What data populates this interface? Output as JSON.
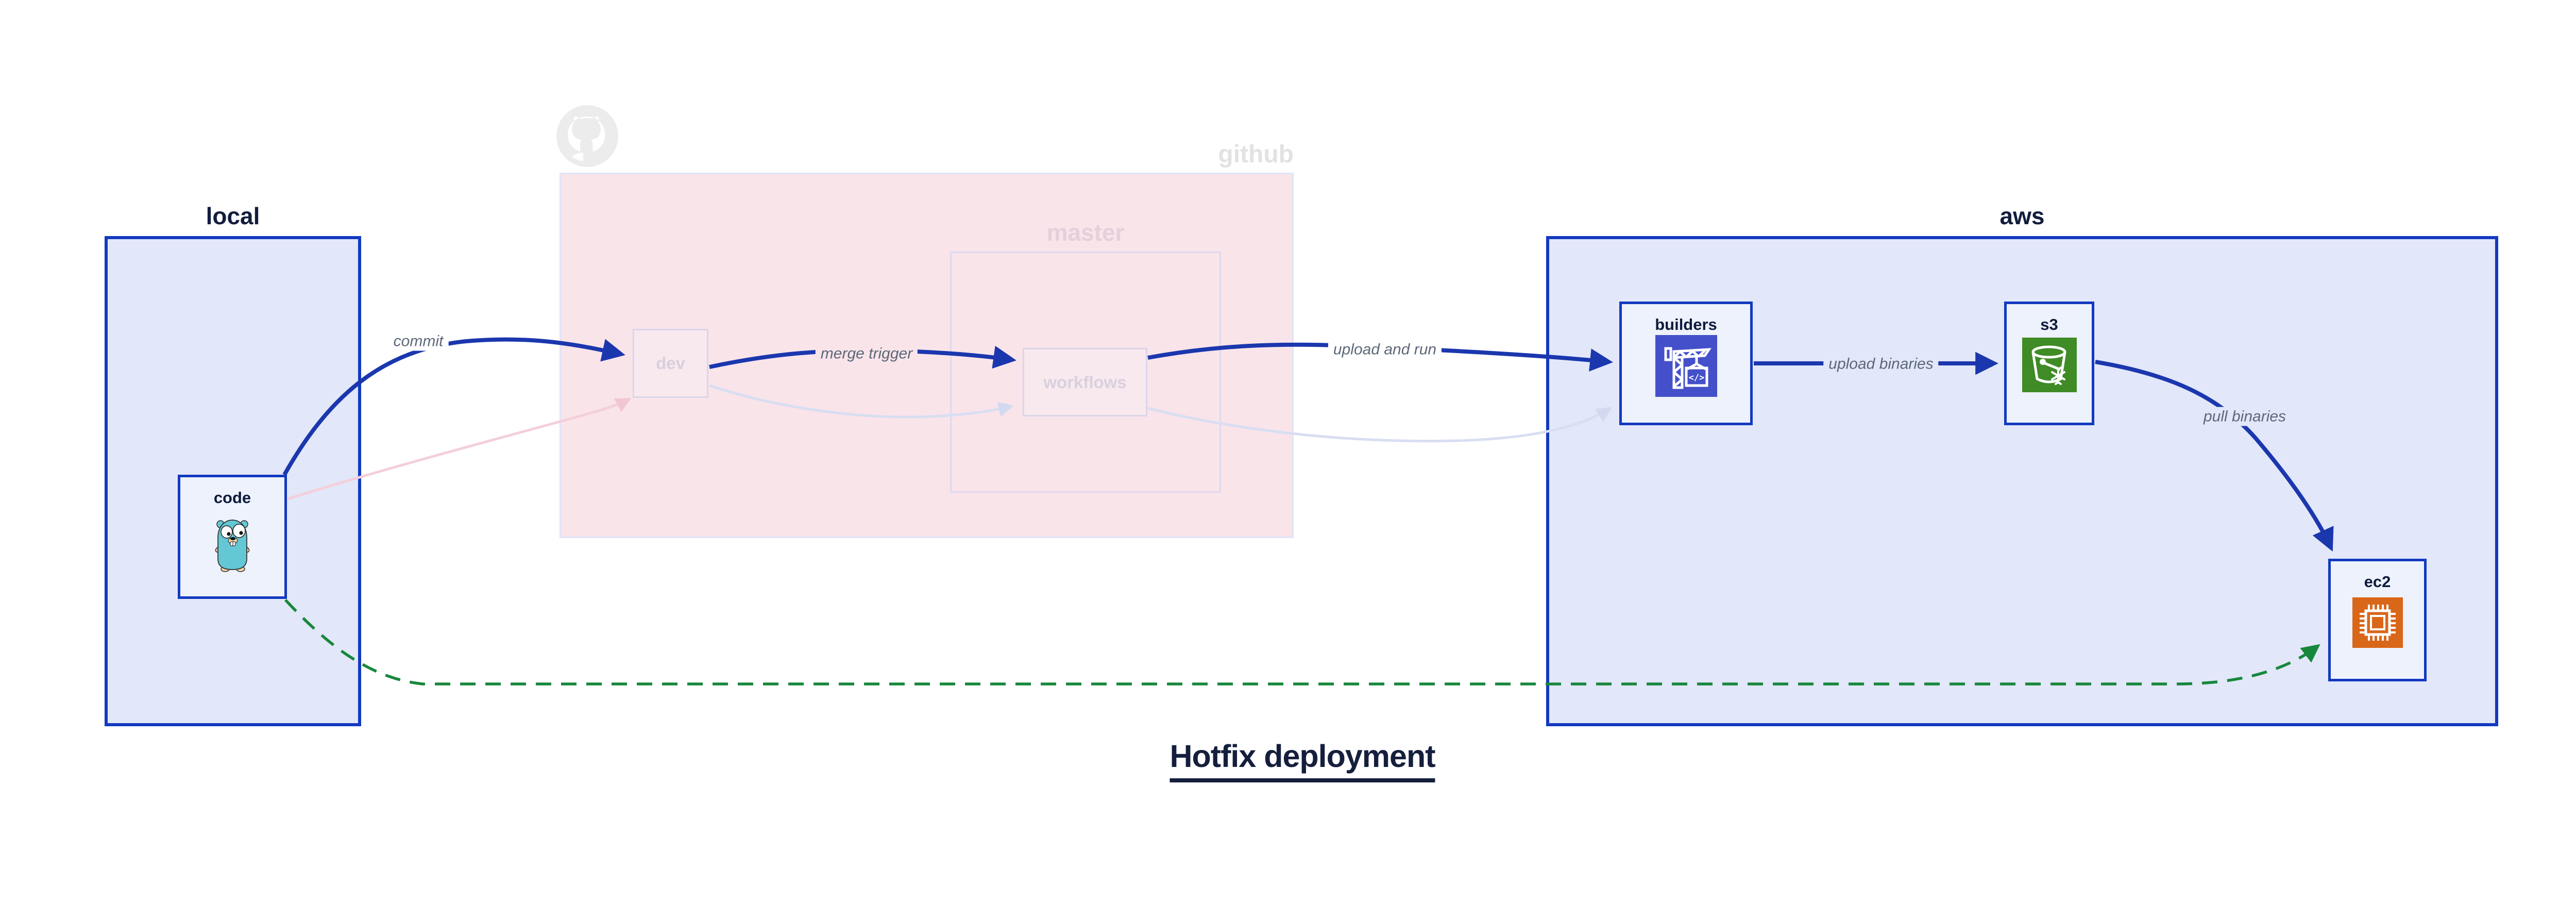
{
  "title": {
    "text": "Hotfix deployment"
  },
  "containers": {
    "local": {
      "label": "local"
    },
    "github": {
      "label": "github"
    },
    "master": {
      "label": "master"
    },
    "aws": {
      "label": "aws"
    }
  },
  "nodes": {
    "code": {
      "label": "code",
      "icon": "gopher-icon"
    },
    "dev": {
      "label": "dev"
    },
    "workflows": {
      "label": "workflows"
    },
    "builders": {
      "label": "builders",
      "icon": "codebuild-crane-icon"
    },
    "s3": {
      "label": "s3",
      "icon": "s3-glacier-bucket-icon"
    },
    "ec2": {
      "label": "ec2",
      "icon": "ec2-chip-icon"
    }
  },
  "edges": [
    {
      "from": "code",
      "to": "dev",
      "label": "commit",
      "style": "active-blue"
    },
    {
      "from": "dev",
      "to": "workflows",
      "label": "merge trigger",
      "style": "active-blue"
    },
    {
      "from": "workflows",
      "to": "builders",
      "label": "upload and run",
      "style": "active-blue"
    },
    {
      "from": "builders",
      "to": "s3",
      "label": "upload binaries",
      "style": "active-blue"
    },
    {
      "from": "s3",
      "to": "ec2",
      "label": "pull binaries",
      "style": "active-blue"
    },
    {
      "from": "code",
      "to": "dev",
      "label": "",
      "style": "faded-pink"
    },
    {
      "from": "dev",
      "to": "workflows",
      "label": "",
      "style": "faded-lavender"
    },
    {
      "from": "workflows",
      "to": "builders",
      "label": "",
      "style": "faded-lavender"
    },
    {
      "from": "code",
      "to": "ec2",
      "label": "",
      "style": "green-dashed-hotfix"
    }
  ],
  "colors": {
    "active_border_blue": "#1239c0",
    "active_fill": "#e2e7f9",
    "node_fill": "#eef2fc",
    "arrow_blue": "#1b37ae",
    "faded_pink_fill": "#f9e4ea",
    "faded_pink_arrow": "#f4cfda",
    "faded_lavender_arrow": "#d8def2",
    "faded_border": "#dbd5e9",
    "green_dashed": "#17873c",
    "edge_label_gray": "#5d6878",
    "title_navy": "#151f3d",
    "codebuild_indigo": "#4450c9",
    "s3_green": "#3f8b26",
    "ec2_orange": "#d9671a",
    "gopher_teal": "#63c7d4"
  }
}
